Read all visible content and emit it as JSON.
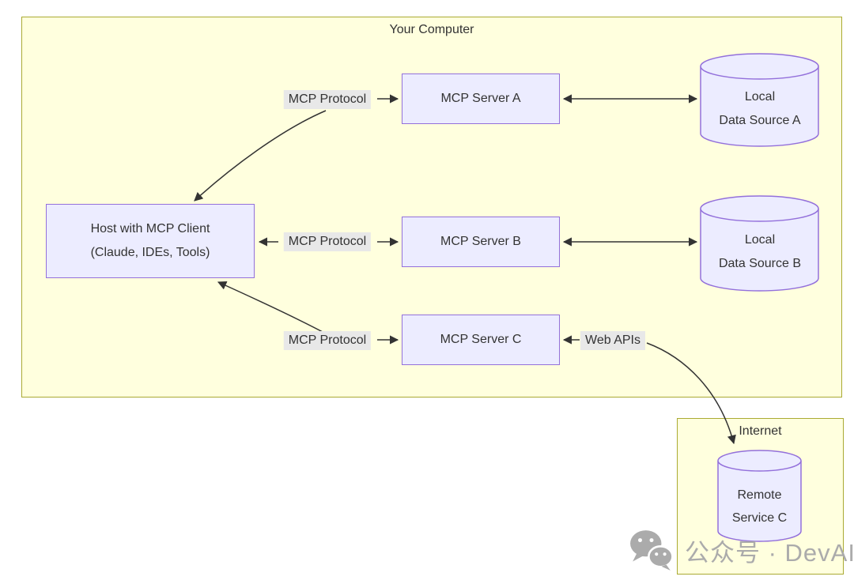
{
  "containers": {
    "your_computer": {
      "label": "Your Computer"
    },
    "internet": {
      "label": "Internet"
    }
  },
  "nodes": {
    "host": {
      "line1": "Host with MCP Client",
      "line2": "(Claude, IDEs, Tools)"
    },
    "servers": [
      {
        "label": "MCP Server A"
      },
      {
        "label": "MCP Server B"
      },
      {
        "label": "MCP Server C"
      }
    ],
    "data_sources": [
      {
        "line1": "Local",
        "line2": "Data Source A"
      },
      {
        "line1": "Local",
        "line2": "Data Source B"
      }
    ],
    "remote_service": {
      "line1": "Remote",
      "line2": "Service C"
    }
  },
  "edge_labels": {
    "protocol_a": "MCP Protocol",
    "protocol_b": "MCP Protocol",
    "protocol_c": "MCP Protocol",
    "web_apis": "Web APIs"
  },
  "watermark": {
    "icon": "wechat-icon",
    "text": "公众号 · DevAI"
  },
  "colors": {
    "container_fill": "#ffffde",
    "container_border": "#aaaa33",
    "node_fill": "#ECECFF",
    "node_border": "#9370DB",
    "edge": "#333333",
    "edge_label_bg": "#e8e8e8",
    "text": "#333333",
    "watermark": "#ababab"
  }
}
